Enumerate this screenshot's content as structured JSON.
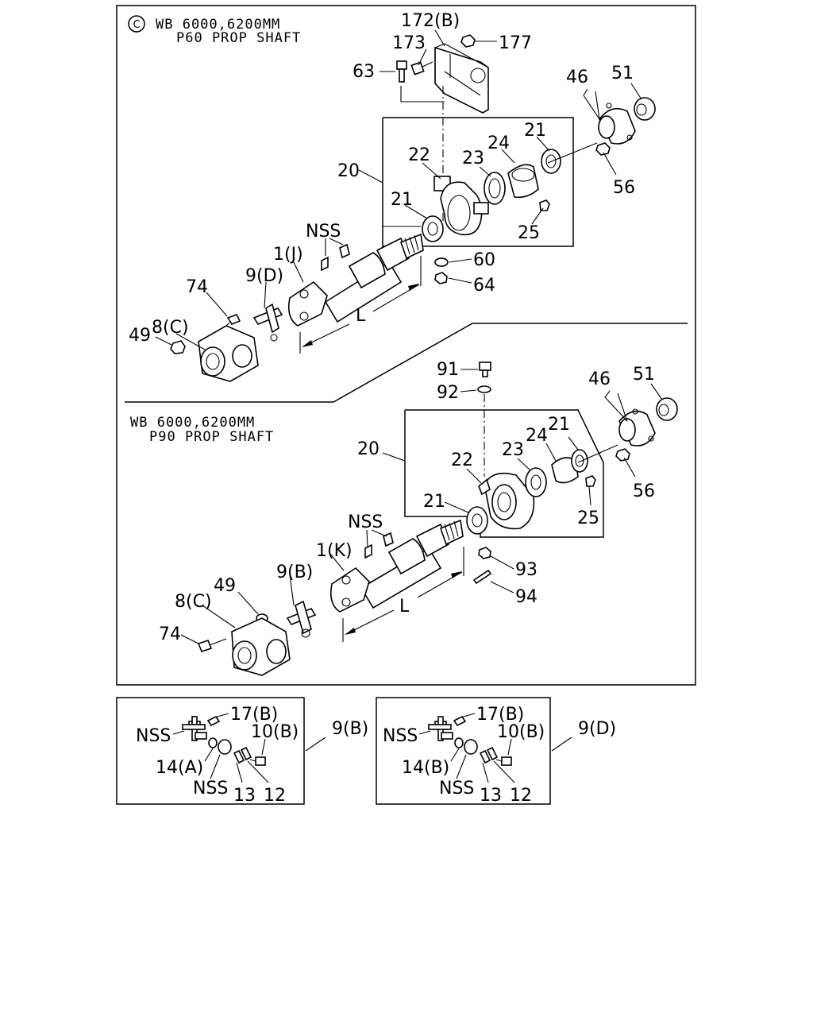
{
  "top_section": {
    "circle_mark": "C",
    "caption_line1": "WB 6000,6200MM",
    "caption_line2": "P60 PROP SHAFT",
    "labels": {
      "l172b": "172(B)",
      "l173": "173",
      "l177": "177",
      "l63": "63",
      "l46": "46",
      "l51": "51",
      "l56": "56",
      "l20": "20",
      "l22": "22",
      "l23": "23",
      "l24": "24",
      "l21a": "21",
      "l21b": "21",
      "l25": "25",
      "l60": "60",
      "l64": "64",
      "lnss": "NSS",
      "l1j": "1(J)",
      "l9d": "9(D)",
      "l74": "74",
      "l8c": "8(C)",
      "l49": "49",
      "lL": "L"
    }
  },
  "bottom_section": {
    "caption_line1": "WB 6000,6200MM",
    "caption_line2": "P90 PROP SHAFT",
    "labels": {
      "l91": "91",
      "l92": "92",
      "l46": "46",
      "l51": "51",
      "l56": "56",
      "l20": "20",
      "l22": "22",
      "l23": "23",
      "l24": "24",
      "l21a": "21",
      "l21b": "21",
      "l25": "25",
      "l93": "93",
      "l94": "94",
      "lnss": "NSS",
      "l1k": "1(K)",
      "l9b": "9(B)",
      "l49": "49",
      "l8c": "8(C)",
      "l74": "74",
      "lL": "L"
    }
  },
  "detail_left": {
    "callout": "9(B)",
    "labels": {
      "l17b": "17(B)",
      "lnss1": "NSS",
      "l10b": "10(B)",
      "l14": "14(A)",
      "lnss2": "NSS",
      "l13": "13",
      "l12": "12"
    }
  },
  "detail_right": {
    "callout": "9(D)",
    "labels": {
      "l17b": "17(B)",
      "lnss1": "NSS",
      "l10b": "10(B)",
      "l14": "14(B)",
      "lnss2": "NSS",
      "l13": "13",
      "l12": "12"
    }
  }
}
